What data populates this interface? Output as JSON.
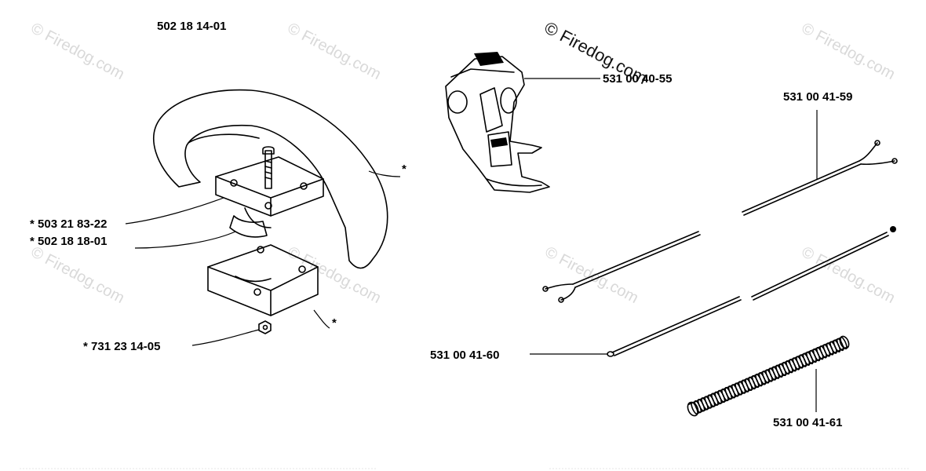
{
  "watermark": {
    "text": "© Firedog.com",
    "prominent_text": "© Firedog.com"
  },
  "labels": {
    "handle_assembly": "502 18 14-01",
    "screw": "* 503 21 83-22",
    "rubber_bushing": "* 502 18 18-01",
    "nut": "* 731 23 14-05",
    "throttle_trigger_housing": "531 00 40-55",
    "throttle_wire_upper": "531 00 41-59",
    "throttle_wire_lower": "531 00 41-60",
    "protective_hose": "531 00 41-61",
    "handle_star": "*",
    "clamp_star": "*"
  },
  "colors": {
    "line": "#000000",
    "watermark": "#d9d9d9"
  }
}
